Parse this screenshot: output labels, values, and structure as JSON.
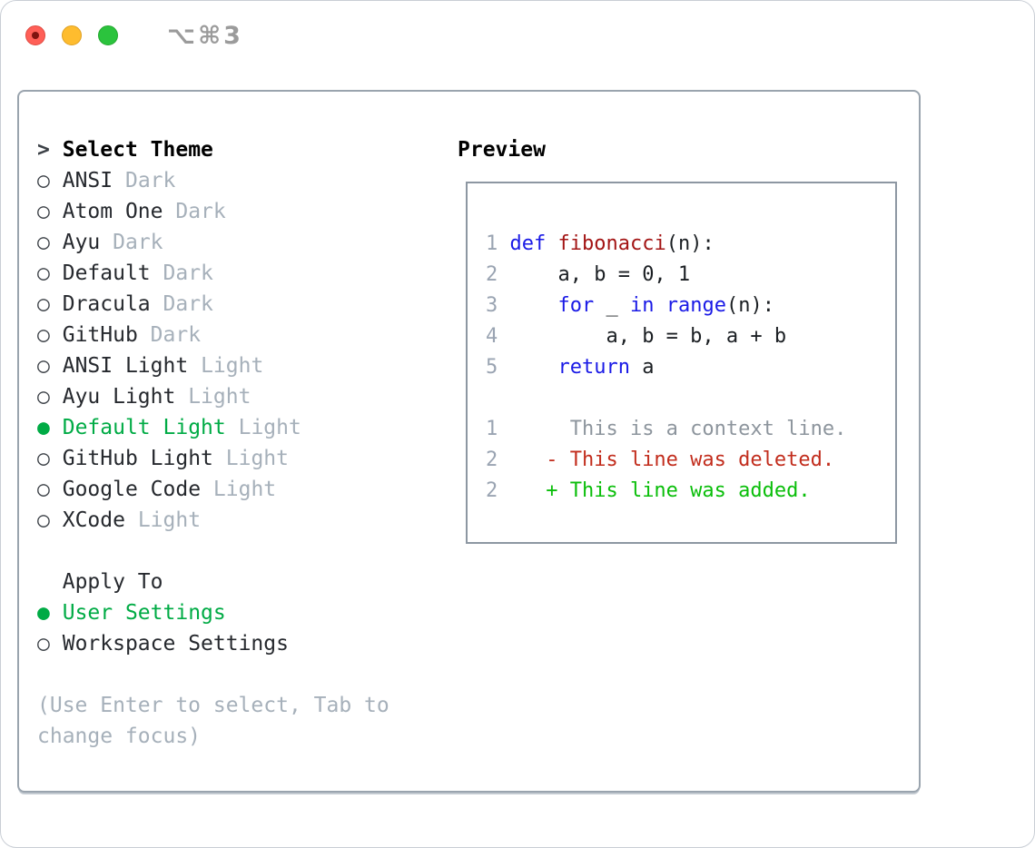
{
  "window": {
    "title": "⌥⌘3",
    "traffic_lights": {
      "close": "close",
      "minimize": "minimize",
      "zoom": "zoom"
    }
  },
  "glyphs": {
    "selected": "●",
    "unselected": "○",
    "prompt": ">"
  },
  "theme_selector": {
    "header": "Select Theme",
    "items": [
      {
        "name": "ANSI",
        "variant": "Dark",
        "selected": false
      },
      {
        "name": "Atom One",
        "variant": "Dark",
        "selected": false
      },
      {
        "name": "Ayu",
        "variant": "Dark",
        "selected": false
      },
      {
        "name": "Default",
        "variant": "Dark",
        "selected": false
      },
      {
        "name": "Dracula",
        "variant": "Dark",
        "selected": false
      },
      {
        "name": "GitHub",
        "variant": "Dark",
        "selected": false
      },
      {
        "name": "ANSI Light",
        "variant": "Light",
        "selected": false
      },
      {
        "name": "Ayu Light",
        "variant": "Light",
        "selected": false
      },
      {
        "name": "Default Light",
        "variant": "Light",
        "selected": true
      },
      {
        "name": "GitHub Light",
        "variant": "Light",
        "selected": false
      },
      {
        "name": "Google Code",
        "variant": "Light",
        "selected": false
      },
      {
        "name": "XCode",
        "variant": "Light",
        "selected": false
      }
    ]
  },
  "apply_to": {
    "header": "Apply To",
    "options": [
      {
        "name": "User Settings",
        "selected": true
      },
      {
        "name": "Workspace Settings",
        "selected": false
      }
    ]
  },
  "help_text": "(Use Enter to select, Tab to change focus)",
  "preview": {
    "header": "Preview",
    "lines": [
      {
        "number": "1",
        "tokens": [
          {
            "text": " ",
            "type": "plain"
          },
          {
            "text": "def",
            "type": "keyword"
          },
          {
            "text": " ",
            "type": "plain"
          },
          {
            "text": "fibonacci",
            "type": "function"
          },
          {
            "text": "(n):",
            "type": "plain"
          }
        ]
      },
      {
        "number": "2",
        "tokens": [
          {
            "text": "     a, b = 0, 1",
            "type": "plain"
          }
        ]
      },
      {
        "number": "3",
        "tokens": [
          {
            "text": "     ",
            "type": "plain"
          },
          {
            "text": "for",
            "type": "keyword"
          },
          {
            "text": " _ ",
            "type": "plain"
          },
          {
            "text": "in",
            "type": "keyword"
          },
          {
            "text": " ",
            "type": "plain"
          },
          {
            "text": "range",
            "type": "keyword"
          },
          {
            "text": "(n):",
            "type": "plain"
          }
        ]
      },
      {
        "number": "4",
        "tokens": [
          {
            "text": "         a, b = b, a + b",
            "type": "plain"
          }
        ]
      },
      {
        "number": "5",
        "tokens": [
          {
            "text": "     ",
            "type": "plain"
          },
          {
            "text": "return",
            "type": "keyword"
          },
          {
            "text": " a",
            "type": "plain"
          }
        ]
      },
      {
        "number": "",
        "tokens": []
      },
      {
        "number": "1",
        "tokens": [
          {
            "text": "      This is a context line.",
            "type": "context"
          }
        ]
      },
      {
        "number": "2",
        "tokens": [
          {
            "text": "    - This line was deleted.",
            "type": "deleted"
          }
        ]
      },
      {
        "number": "2",
        "tokens": [
          {
            "text": "    + This line was added.",
            "type": "added"
          }
        ]
      }
    ]
  },
  "colors": {
    "text": "#26292e",
    "muted": "#a6b0ba",
    "green": "#00ab45",
    "keyword": "#1a1ae6",
    "function": "#a31414",
    "context": "#8d959d",
    "deleted": "#c22d1d",
    "added": "#0abe0a",
    "linenum": "#9aa4b2",
    "border-main": "#9aa4ae",
    "border-preview": "#8d97a2",
    "tl-red": "#ff5f57",
    "tl-yellow": "#febc2e",
    "tl-green": "#2bc33d"
  }
}
